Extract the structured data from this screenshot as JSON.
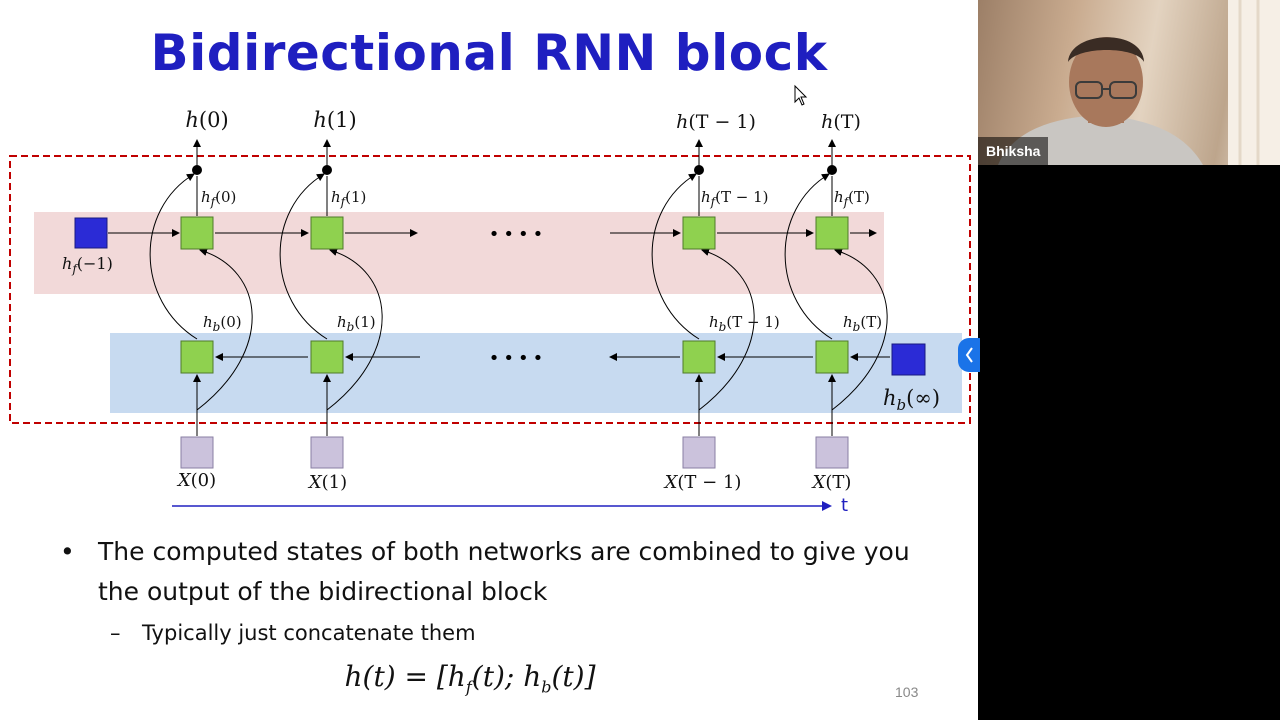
{
  "slide": {
    "title": "Bidirectional RNN block",
    "page_number": "103"
  },
  "diagram": {
    "outputs": [
      {
        "fn": "h",
        "arg": "(0)"
      },
      {
        "fn": "h",
        "arg": "(1)"
      },
      {
        "fn": "h",
        "arg": "(T − 1)"
      },
      {
        "fn": "h",
        "arg": "(T)"
      }
    ],
    "forward_states": [
      {
        "sub": "f",
        "arg": "(0)"
      },
      {
        "sub": "f",
        "arg": "(1)"
      },
      {
        "sub": "f",
        "arg": "(T − 1)"
      },
      {
        "sub": "f",
        "arg": "(T)"
      }
    ],
    "backward_states": [
      {
        "sub": "b",
        "arg": "(0)"
      },
      {
        "sub": "b",
        "arg": "(1)"
      },
      {
        "sub": "b",
        "arg": "(T − 1)"
      },
      {
        "sub": "b",
        "arg": "(T)"
      }
    ],
    "inputs": [
      {
        "fn": "X",
        "arg": "(0)"
      },
      {
        "fn": "X",
        "arg": "(1)"
      },
      {
        "fn": "X",
        "arg": "(T − 1)"
      },
      {
        "fn": "X",
        "arg": "(T)"
      }
    ],
    "forward_initial": {
      "sub": "f",
      "arg": "(−1)"
    },
    "backward_initial": {
      "sub": "b",
      "arg": "(∞)"
    },
    "ellipsis": "••••",
    "time_axis_label": "t",
    "colors": {
      "forward_band": "#f2d9d9",
      "backward_band": "#c7daf0",
      "cell": "#8fd14f",
      "input": "#cbc2dc",
      "initial_state": "#2b2bd6",
      "frame": "#c00000",
      "time_axis": "#2020c0"
    }
  },
  "bullets": {
    "main": "The computed states of both networks are combined to give you the output of the bidirectional block",
    "sub": "Typically just concatenate them"
  },
  "equation": {
    "lhs": "h(t) = [h",
    "f_sub": "f",
    "mid": "(t); h",
    "b_sub": "b",
    "end": "(t)]"
  },
  "webcam": {
    "name": "Bhiksha"
  }
}
